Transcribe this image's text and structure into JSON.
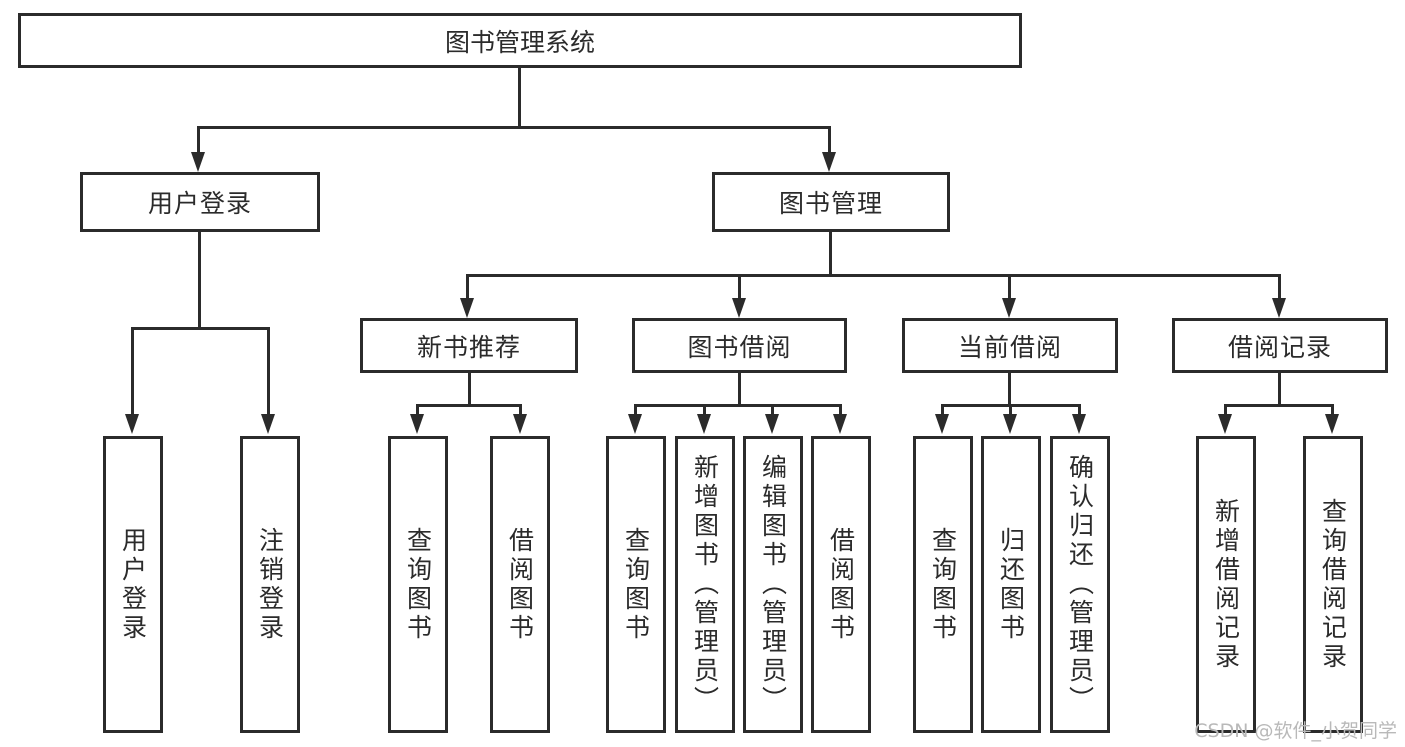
{
  "diagram": {
    "title": "图书管理系统",
    "type": "tree",
    "watermark": "CSDN @软件_小贺同学",
    "colors": {
      "stroke": "#2b2b2b",
      "fill": "#ffffff",
      "background": "#ffffff",
      "watermark": "#b9b9b9"
    },
    "root": {
      "label": "图书管理系统"
    },
    "level2": [
      {
        "id": "user-login",
        "label": "用户登录"
      },
      {
        "id": "book-management",
        "label": "图书管理"
      }
    ],
    "level3": [
      {
        "id": "new-book-recommend",
        "label": "新书推荐",
        "parent": "book-management"
      },
      {
        "id": "book-borrow",
        "label": "图书借阅",
        "parent": "book-management"
      },
      {
        "id": "current-borrow",
        "label": "当前借阅",
        "parent": "book-management"
      },
      {
        "id": "borrow-record",
        "label": "借阅记录",
        "parent": "book-management"
      }
    ],
    "leaves": [
      {
        "id": "leaf-user-login",
        "label": "用户登录",
        "parent": "user-login"
      },
      {
        "id": "leaf-user-logout",
        "label": "注销登录",
        "parent": "user-login"
      },
      {
        "id": "leaf-query-book-1",
        "label": "查询图书",
        "parent": "new-book-recommend"
      },
      {
        "id": "leaf-borrow-book-1",
        "label": "借阅图书",
        "parent": "new-book-recommend"
      },
      {
        "id": "leaf-query-book-2",
        "label": "查询图书",
        "parent": "book-borrow"
      },
      {
        "id": "leaf-add-book",
        "label": "新增图书（管理员）",
        "parent": "book-borrow"
      },
      {
        "id": "leaf-edit-book",
        "label": "编辑图书（管理员）",
        "parent": "book-borrow"
      },
      {
        "id": "leaf-borrow-book-2",
        "label": "借阅图书",
        "parent": "book-borrow"
      },
      {
        "id": "leaf-query-book-3",
        "label": "查询图书",
        "parent": "current-borrow"
      },
      {
        "id": "leaf-return-book",
        "label": "归还图书",
        "parent": "current-borrow"
      },
      {
        "id": "leaf-confirm-return",
        "label": "确认归还（管理员）",
        "parent": "current-borrow"
      },
      {
        "id": "leaf-add-borrow-record",
        "label": "新增借阅记录",
        "parent": "borrow-record"
      },
      {
        "id": "leaf-query-borrow-record",
        "label": "查询借阅记录",
        "parent": "borrow-record"
      }
    ]
  }
}
